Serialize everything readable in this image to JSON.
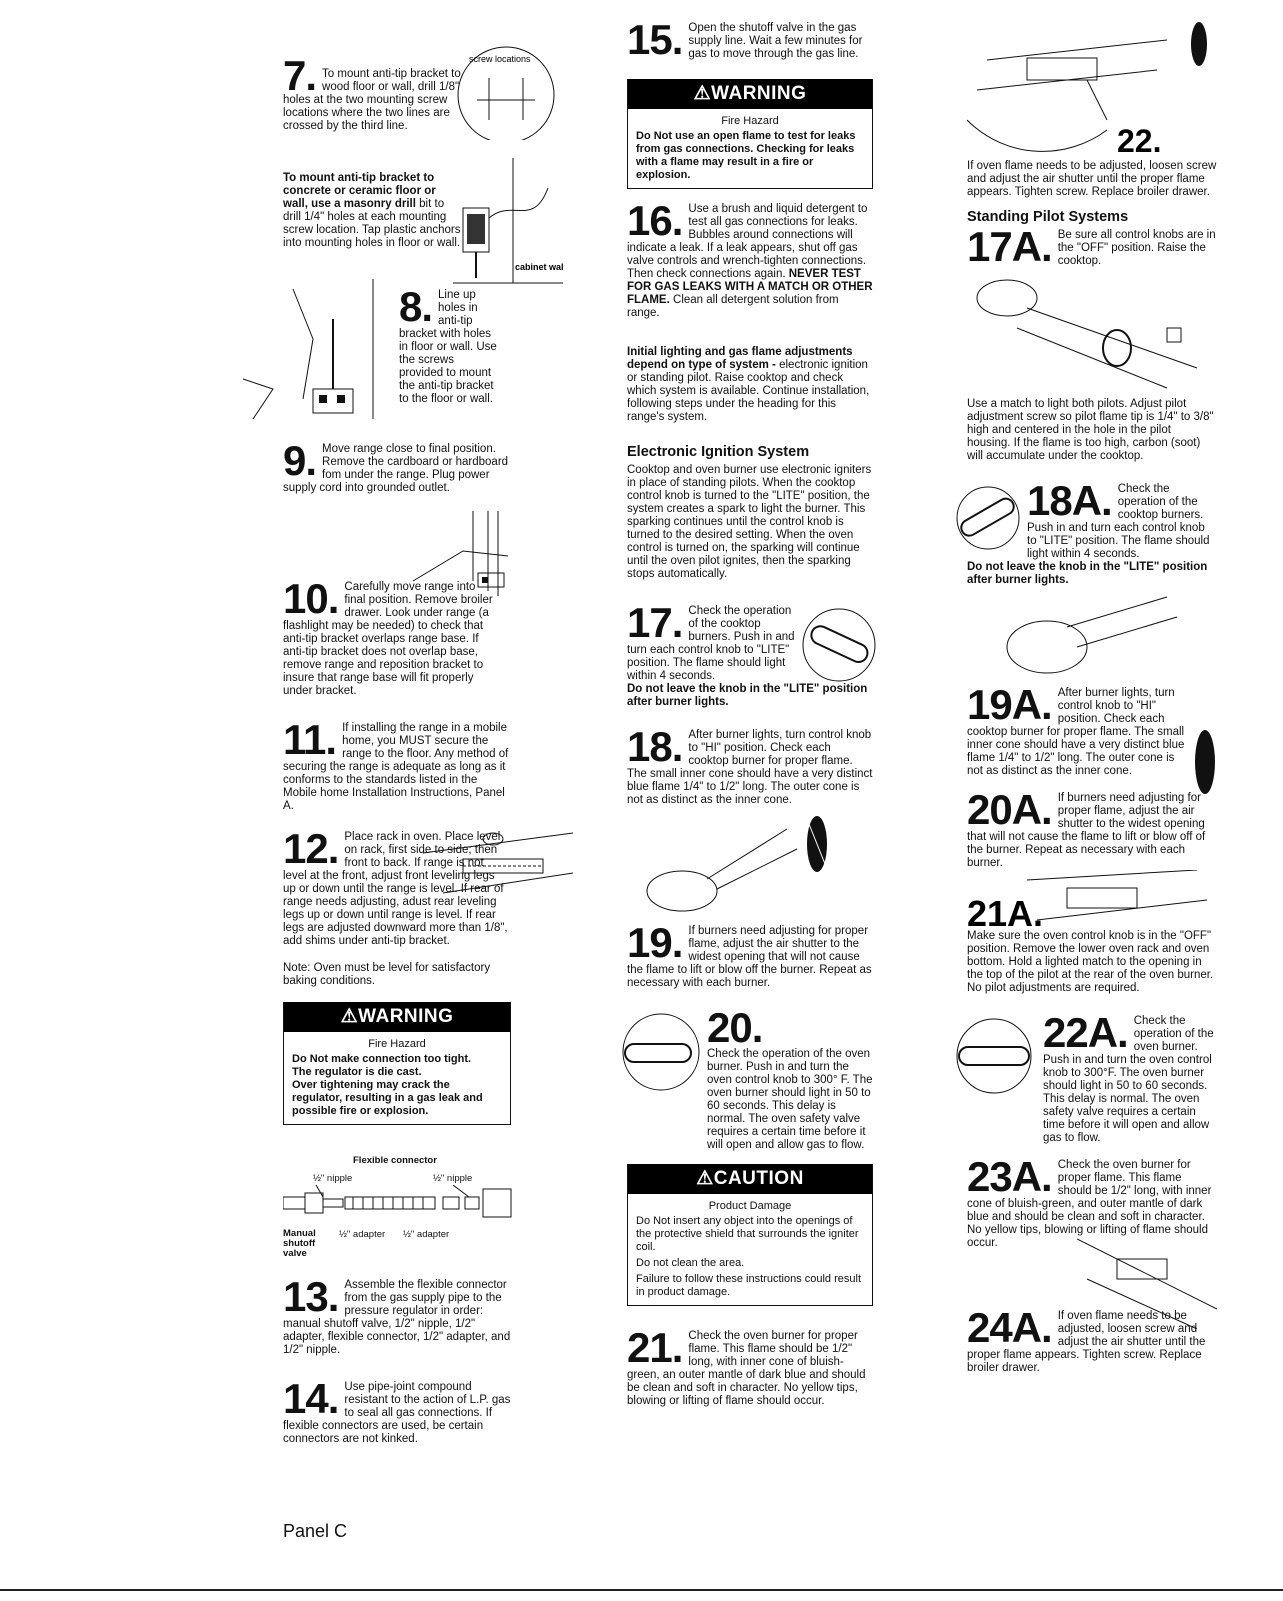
{
  "footer": {
    "panel": "Panel C"
  },
  "col1": {
    "s7_num": "7.",
    "s7_intro": "To mount anti-tip bracket to wood floor or wall, drill 1/8\" holes at the two mounting screw locations where the two lines are crossed by the third line.",
    "s7_callout": "screw locations",
    "s7_bold": "To mount anti-tip bracket to concrete or ceramic floor or wall, use a masonry drill",
    "s7_rest": "bit to drill 1/4\" holes at each mounting screw location. Tap plastic anchors into mounting holes in floor or wall.",
    "cabinet_wall": "cabinet wall",
    "s8_num": "8.",
    "s8_text": "Line up holes in anti-tip bracket with holes in floor or wall. Use the screws provided to mount the anti-tip bracket to the floor or wall.",
    "s9_num": "9.",
    "s9_text": "Move range close to final position. Remove the cardboard or hardboard fom under the range. Plug power supply cord into grounded outlet.",
    "s10_num": "10.",
    "s10_text": "Carefully move range into final position. Remove broiler drawer. Look under range (a flashlight may be needed) to check that anti-tip bracket overlaps range base. If anti-tip bracket does not overlap base, remove range and reposition bracket to insure that range base will fit properly under bracket.",
    "s11_num": "11.",
    "s11_text": "If installing the range in a mobile home, you MUST secure the range to the floor. Any method of securing the range is adequate as long as it conforms to the standards listed in the Mobile home Installation Instructions, Panel A.",
    "s12_num": "12.",
    "s12_text": "Place rack in oven. Place level on rack, first side to side; then front to back. If range is not level at the front, adjust front leveling legs up or down until the range is level. If rear of range needs adjusting, adust rear leveling legs up or down until range is level. If rear legs are adjusted downward more than 1/8\", add shims under anti-tip bracket.",
    "note": "Note: Oven must be level for satisfactory baking conditions.",
    "warn1_head": "⚠WARNING",
    "warn1_title": "Fire Hazard",
    "warn1_l1": "Do Not make connection too tight.",
    "warn1_l2": "The regulator is die cast.",
    "warn1_l3": "Over tightening may crack the regulator, resulting in a gas leak and possible fire or explosion.",
    "flex_label": "Flexible connector",
    "nipple1": "½\" nipple",
    "nipple2": "½\" nipple",
    "manual_valve": "Manual shutoff valve",
    "adapter1": "½\" adapter",
    "adapter2": "½\" adapter",
    "s13_num": "13.",
    "s13_text": "Assemble the flexible connector from the gas supply pipe to the pressure regulator in order: manual shutoff valve, 1/2\" nipple, 1/2\" adapter, flexible connector, 1/2\" adapter, and 1/2\" nipple.",
    "s14_num": "14.",
    "s14_text": "Use pipe-joint compound resistant to the action of L.P. gas to seal all gas connections. If flexible connectors are used, be certain connectors are not kinked."
  },
  "col2": {
    "s15_num": "15.",
    "s15_text": "Open the shutoff valve in the gas supply line. Wait a few minutes for gas to move through the gas line.",
    "warn2_head": "⚠WARNING",
    "warn2_title": "Fire Hazard",
    "warn2_text": "Do Not use an open flame to test for leaks from gas connections. Checking for leaks with a flame may result in a fire or explosion.",
    "s16_num": "16.",
    "s16_text": "Use a brush and liquid detergent to test all gas connections for leaks. Bubbles around connections will indicate a leak. If a leak appears, shut off gas valve controls and wrench-tighten connections. Then check connections again.",
    "s16_bold": "NEVER TEST FOR GAS LEAKS WITH A MATCH OR OTHER FLAME.",
    "s16_end": "Clean all detergent solution from range.",
    "initial_bold": "Initial lighting and gas flame adjustments depend on type of system -",
    "initial_text": "electronic ignition or standing pilot. Raise cooktop and check which system is available. Continue installation, following steps under the heading for this range's system.",
    "eis_heading": "Electronic Ignition System",
    "eis_text": "Cooktop and oven burner use electronic igniters in place of standing pilots. When the cooktop control knob is turned to the \"LITE\" position, the system creates a spark to light the burner. This sparking continues until the control knob is turned to the desired setting. When the oven control is turned on, the sparking will continue until the oven pilot ignites, then the sparking stops automatically.",
    "s17_num": "17.",
    "s17_text": "Check the operation of the cooktop burners. Push in and turn each control knob to \"LITE\" position. The flame should light within 4 seconds.",
    "s17_bold": "Do not leave the knob in the \"LITE\" position after burner lights.",
    "s18_num": "18.",
    "s18_text": "After burner lights, turn control knob to \"HI\" position. Check each cooktop burner for proper flame. The small inner cone should have a very distinct blue flame 1/4\" to 1/2\" long. The outer cone is not as distinct as the inner cone.",
    "s19_num": "19.",
    "s19_text": "If burners need adjusting for proper flame, adjust the air shutter to the widest opening that will not cause the flame to lift or blow off the burner. Repeat as necessary with each burner.",
    "s20_num": "20.",
    "s20_text": "Check the operation of the oven burner. Push in and turn the oven control knob to 300° F. The oven burner should light in 50 to 60 seconds. This delay is normal. The oven safety valve requires a certain time before it will open and allow gas to flow.",
    "caution_head": "⚠CAUTION",
    "caution_title": "Product Damage",
    "caution_l1": "Do Not insert any object into the openings of the protective shield that surrounds the igniter coil.",
    "caution_l2": "Do not clean the area.",
    "caution_l3": "Failure to follow these instructions could result in product damage.",
    "s21_num": "21.",
    "s21_text": "Check the oven burner for proper flame. This flame should be 1/2\" long, with inner cone of bluish-green, an outer mantle of dark blue and should be clean and soft in character. No yellow tips, blowing or lifting of flame should occur."
  },
  "col3": {
    "s22_num": "22.",
    "s22_text": "If oven flame needs to be adjusted, loosen screw and adjust the air shutter until the proper flame appears. Tighten screw. Replace broiler drawer.",
    "sps_heading": "Standing Pilot Systems",
    "s17a_num": "17A.",
    "s17a_text": "Be sure all control knobs are in the \"OFF\" position. Raise the cooktop.",
    "s17a_cont": "Use a match to light both pilots. Adjust pilot adjustment screw so pilot flame tip is 1/4\" to 3/8\" high and centered in the hole in the pilot housing. If the flame is too high, carbon (soot) will accumulate under the cooktop.",
    "s18a_num": "18A.",
    "s18a_text": "Check the operation of the cooktop burners. Push in and turn each control knob to \"LITE\" position. The flame should light within 4 seconds.",
    "s18a_bold": "Do not leave the knob in the \"LITE\" position after burner lights.",
    "s19a_num": "19A.",
    "s19a_text": "After burner lights, turn control knob to \"HI\" position. Check each cooktop burner for proper flame. The small inner cone should have a very distinct blue flame 1/4\" to 1/2\" long. The outer cone is not as distinct as the inner cone.",
    "s20a_num": "20A.",
    "s20a_text": "If burners need adjusting for proper flame, adjust the air shutter to the widest opening that will not cause the flame to lift or blow off of the burner. Repeat as necessary with each burner.",
    "s21a_num": "21A.",
    "s21a_text": "Make sure the oven control knob is in the \"OFF\" position. Remove the lower oven rack and oven bottom. Hold a lighted match to the opening in the top of the pilot at the rear of the oven burner. No pilot adjustments are required.",
    "s22a_num": "22A.",
    "s22a_text": "Check the operation of the oven burner. Push in and turn the oven control knob to 300°F. The oven burner should light in 50 to 60 seconds. This delay is normal. The oven safety valve requires a certain time before it will open and allow gas to flow.",
    "s23a_num": "23A.",
    "s23a_text": "Check the oven burner for proper flame. This flame should be 1/2\" long, with inner cone of bluish-green, and outer mantle of dark blue and should be clean and soft in character. No yellow tips, blowing or lifting of flame should occur.",
    "s24a_num": "24A.",
    "s24a_text": "If oven flame needs to be adjusted, loosen screw and adjust the air shutter until the proper flame appears. Tighten screw. Replace broiler drawer."
  }
}
